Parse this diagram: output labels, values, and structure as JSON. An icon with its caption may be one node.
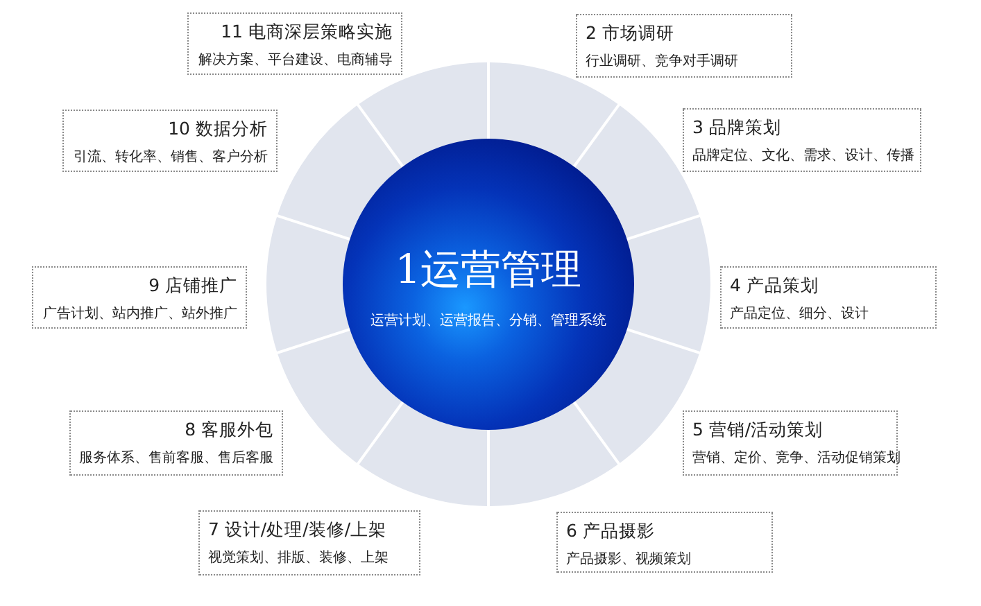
{
  "diagram": {
    "nodes": [
      {
        "text": [
          "1运营管理",
          "运营计划、运营报告、分销、管理系统"
        ]
      },
      {
        "text": [
          "2 市场调研",
          "行业调研、竞争对手调研"
        ]
      },
      {
        "text": [
          "3 品牌策划",
          "品牌定位、文化、需求、设计、传播"
        ]
      },
      {
        "text": [
          "4 产品策划",
          "产品定位、细分、设计"
        ]
      },
      {
        "text": [
          "5 营销/活动策划",
          "营销、定价、竞争、活动促销策划"
        ]
      },
      {
        "text": [
          "6 产品摄影",
          "产品摄影、视频策划"
        ]
      },
      {
        "text": [
          "7 设计/处理/装修/上架",
          "视觉策划、排版、装修、上架"
        ]
      },
      {
        "text": [
          "8 客服外包",
          "服务体系、售前客服、售后客服"
        ]
      },
      {
        "text": [
          "9 店铺推广",
          "广告计划、站内推广、站外推广"
        ]
      },
      {
        "text": [
          "10 数据分析",
          "引流、转化率、销售、客户分析"
        ]
      },
      {
        "text": [
          "11 电商深层策略实施",
          "解决方案、平台建设、电商辅导"
        ]
      }
    ]
  }
}
